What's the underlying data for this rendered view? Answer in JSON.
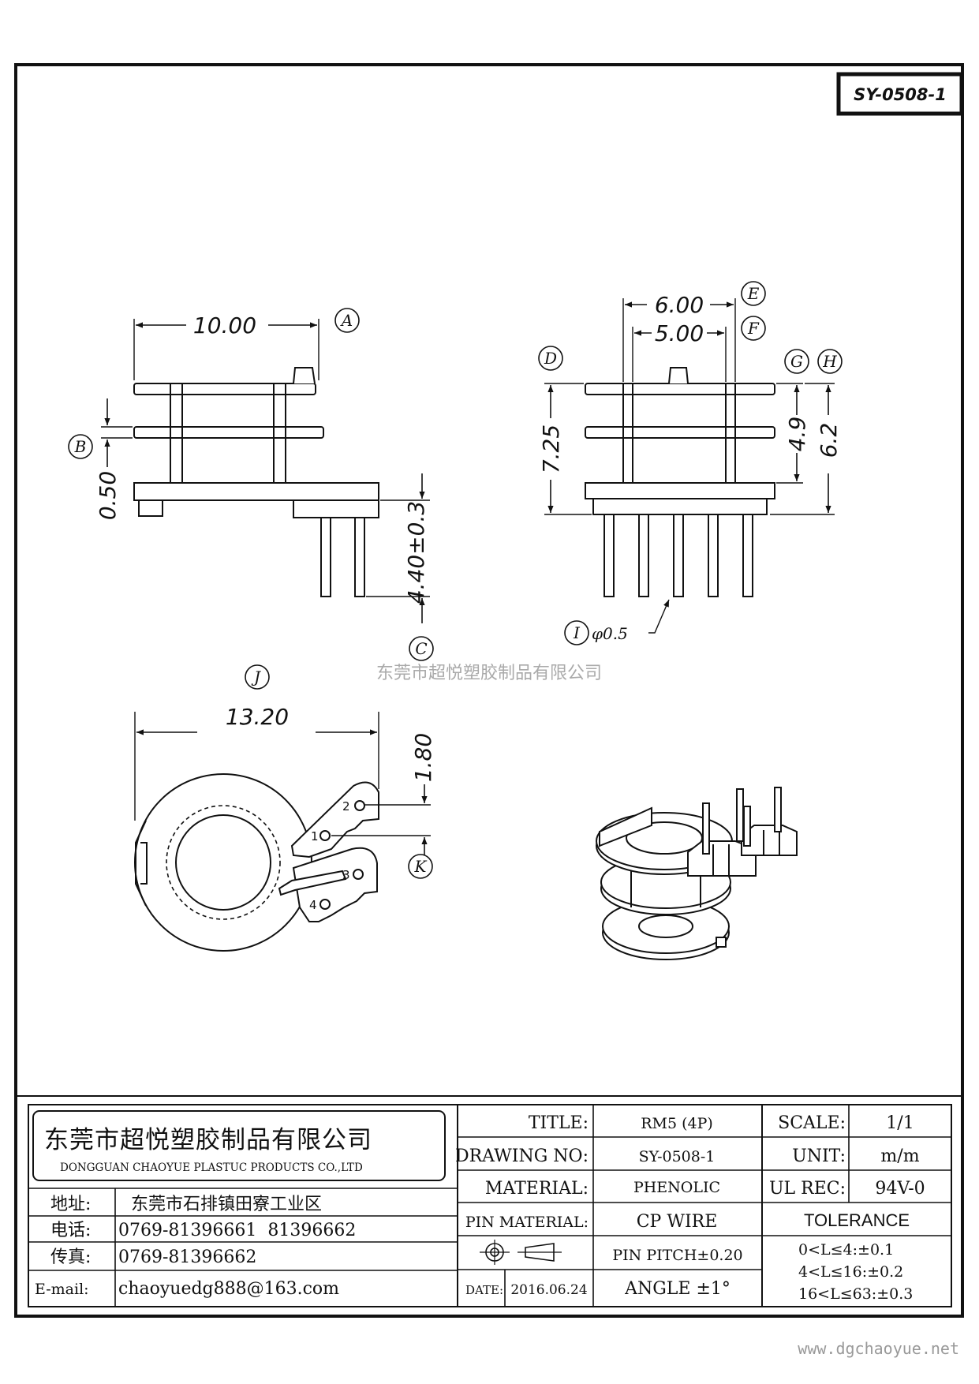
{
  "drawing_code": "SY-0508-1",
  "dimensions": {
    "a_width": "10.00",
    "b_flange_gap": "0.50",
    "c_pin_length": "4.40±0.3",
    "e_outer_pitch": "6.00",
    "f_inner_pitch": "5.00",
    "d_height": "7.25",
    "g_winding": "4.9",
    "h_height": "6.2",
    "i_pin_dia": "φ0.5",
    "j_diameter": "13.20",
    "k_offset": "1.80"
  },
  "callouts": [
    "A",
    "B",
    "C",
    "D",
    "E",
    "F",
    "G",
    "H",
    "I",
    "J",
    "K"
  ],
  "pin_numbers": [
    "2",
    "1",
    "3",
    "4"
  ],
  "watermark": "东莞市超悦塑胶制品有限公司",
  "company": {
    "name_cn": "东莞市超悦塑胶制品有限公司",
    "name_en": "DONGGUAN CHAOYUE PLASTUC PRODUCTS CO.,LTD"
  },
  "contact": {
    "address_label": "地址:",
    "address": "东莞市石排镇田寮工业区",
    "phone_label": "电话:",
    "phone": "0769-81396661  81396662",
    "fax_label": "传真:",
    "fax": "0769-81396662",
    "email_label": "E-mail:",
    "email": "chaoyuedg888@163.com"
  },
  "title_block": {
    "title_label": "TITLE:",
    "title": "RM5 (4P)",
    "drawing_no_label": "DRAWING NO:",
    "drawing_no": "SY-0508-1",
    "material_label": "MATERIAL:",
    "material": "PHENOLIC",
    "pin_material_label": "PIN MATERIAL:",
    "pin_material": "CP WIRE",
    "pin_pitch": "PIN PITCH±0.20",
    "angle": "ANGLE ±1°",
    "date_label": "DATE:",
    "date": "2016.06.24",
    "scale_label": "SCALE:",
    "scale": "1/1",
    "unit_label": "UNIT:",
    "unit": "m/m",
    "ul_label": "UL REC:",
    "ul": "94V-0",
    "tolerance_label": "TOLERANCE",
    "tolerances": [
      "0<L≤4:±0.1",
      "4<L≤16:±0.2",
      "16<L≤63:±0.3"
    ]
  },
  "website": "www.dgchaoyue.net"
}
